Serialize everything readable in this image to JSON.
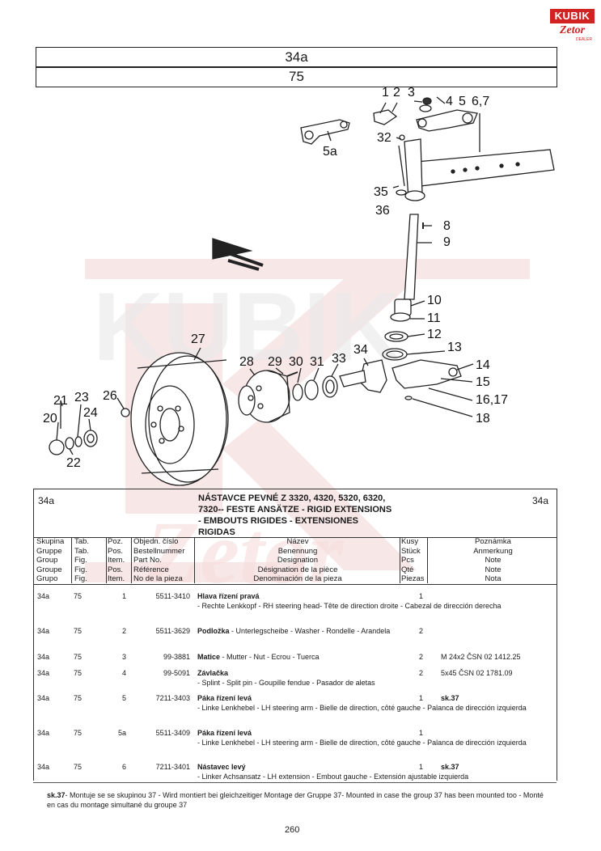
{
  "logo": {
    "brand": "KUBIK",
    "sub": "Zetor",
    "dealer": "DEALER"
  },
  "header": {
    "group": "34a",
    "table": "75"
  },
  "watermark": {
    "text": "KUBIK"
  },
  "callouts": {
    "c1": "1",
    "c2": "2",
    "c3": "3",
    "c4": "4",
    "c5": "5",
    "c67": "6,7",
    "c5a": "5a",
    "c32": "32",
    "c35": "35",
    "c36": "36",
    "c8": "8",
    "c9": "9",
    "c10": "10",
    "c11": "11",
    "c12": "12",
    "c13": "13",
    "c14": "14",
    "c15": "15",
    "c1617": "16,17",
    "c18": "18",
    "c27": "27",
    "c28": "28",
    "c29": "29",
    "c30": "30",
    "c31": "31",
    "c33": "33",
    "c34": "34",
    "c26": "26",
    "c21": "21",
    "c23": "23",
    "c24": "24",
    "c20": "20",
    "c22": "22"
  },
  "section": {
    "left": "34a",
    "right": "34a",
    "title": [
      "NÁSTAVCE PEVNÉ Z 3320, 4320, 5320, 6320,",
      "7320-- FESTE ANSÄTZE - RIGID EXTENSIONS",
      "- EMBOUTS RIGIDES - EXTENSIONES",
      "RIGIDAS"
    ]
  },
  "columns": {
    "group": [
      "Skupina",
      "Gruppe",
      "Group",
      "Groupe",
      "Grupo"
    ],
    "table": [
      "Tab.",
      "Tab.",
      "Fig.",
      "Fig.",
      "Fig."
    ],
    "pos": [
      "Poz.",
      "Pos.",
      "Item.",
      "Pos.",
      "Item."
    ],
    "part": [
      "Objedn. číslo",
      "Bestellnummer",
      "Part No.",
      "Référence",
      "No de la pieza"
    ],
    "name": [
      "Název",
      "Benennung",
      "Designation",
      "Désignation de la pièce",
      "Denominación de la pieza"
    ],
    "qty": [
      "Kusy",
      "Stück",
      "Pcs",
      "Qté",
      "Piezas"
    ],
    "note": [
      "Poznámka",
      "Anmerkung",
      "Note",
      "Note",
      "Nota"
    ]
  },
  "rows": [
    {
      "grp": "34a",
      "tab": "75",
      "pos": "1",
      "part": "5511-3410",
      "bold": "Hlava řízení pravá",
      "rest": " - Rechte Lenkkopf - RH steering head- Tête de direction droite - Cabezal de dirección derecha",
      "qty": "1",
      "note": ""
    },
    {
      "grp": "34a",
      "tab": "75",
      "pos": "2",
      "part": "5511-3629",
      "bold": "Podložka",
      "rest": " - Unterlegscheibe - Washer - Rondelle - Arandela",
      "qty": "2",
      "note": ""
    },
    {
      "grp": "34a",
      "tab": "75",
      "pos": "3",
      "part": "99-3881",
      "bold": "Matice",
      "rest": " - Mutter - Nut - Ecrou - Tuerca",
      "qty": "2",
      "note": "M 24x2 ČSN 02 1412.25"
    },
    {
      "grp": "34a",
      "tab": "75",
      "pos": "4",
      "part": "99-5091",
      "bold": "Závlačka",
      "rest": " - Splint - Split pin - Goupille fendue - Pasador de aletas",
      "qty": "2",
      "note": "5x45 ČSN 02 1781.09"
    },
    {
      "grp": "34a",
      "tab": "75",
      "pos": "5",
      "part": "7211-3403",
      "bold": "Páka řízení levá",
      "rest": " - Linke Lenkhebel - LH steering arm - Bielle de direction, côté gauche - Palanca de dirección izquierda",
      "qty": "1",
      "note": "sk.37"
    },
    {
      "grp": "34a",
      "tab": "75",
      "pos": "5a",
      "part": "5511-3409",
      "bold": "Páka řízení levá",
      "rest": " - Linke Lenkhebel - LH steering arm - Bielle de direction, côté gauche - Palanca de dirección izquierda",
      "qty": "1",
      "note": ""
    },
    {
      "grp": "34a",
      "tab": "75",
      "pos": "6",
      "part": "7211-3401",
      "bold": "Nástavec levý",
      "rest": " - Linker Achsansatz - LH extension - Embout gauche - Extensión ajustable izquierda",
      "qty": "1",
      "note": "sk.37"
    }
  ],
  "footnote": {
    "bold": "sk.37",
    "text": "- Montuje se se skupinou 37 - Wird montiert bei gleichzeitiger Montage der Gruppe 37- Mounted in case the group 37 has been mounted too - Monté en cas du montage simultané du groupe 37"
  },
  "page_number": "260",
  "colors": {
    "brand_red": "#d22323",
    "line": "#333333"
  }
}
